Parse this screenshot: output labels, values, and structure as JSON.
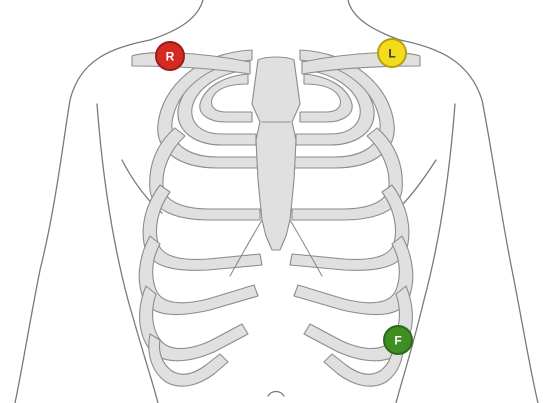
{
  "electrodes": [
    {
      "id": "right-arm",
      "label": "R",
      "fill": "#d42a22",
      "ring": "#9a1d17",
      "text_color": "#ffffff"
    },
    {
      "id": "left-arm",
      "label": "L",
      "fill": "#f2dc1c",
      "ring": "#b69f10",
      "text_color": "#333333"
    },
    {
      "id": "foot",
      "label": "F",
      "fill": "#3e8e24",
      "ring": "#2b6a18",
      "text_color": "#ffffff"
    }
  ],
  "colors": {
    "bone_fill": "#e0e0e0",
    "bone_outline": "#8c8c8c",
    "body_outline": "#7a7a7a",
    "background": "#ffffff"
  },
  "icons": [
    "torso-outline",
    "rib-cage",
    "sternum",
    "clavicle"
  ]
}
